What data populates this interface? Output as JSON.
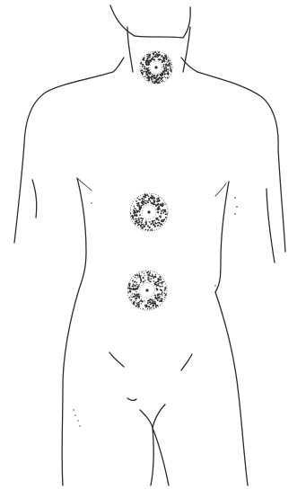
{
  "figure": {
    "type": "anatomical-line-drawing",
    "subject": "male-torso-front-view",
    "line_color": "#2a2a2a",
    "marker_color": "#333333",
    "background": "#ffffff",
    "markers": [
      {
        "id": "neck",
        "region": "neck"
      },
      {
        "id": "upper-abdomen",
        "region": "upper-abdomen"
      },
      {
        "id": "lower-abdomen",
        "region": "lower-abdomen"
      }
    ]
  }
}
